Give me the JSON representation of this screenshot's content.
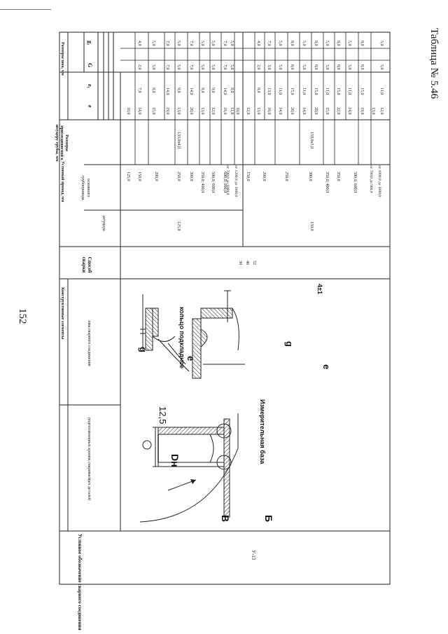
{
  "page": {
    "number": "152",
    "table_title": "Таблица № 5.46"
  },
  "headers": {
    "conditional": "Условное обозначение сварного соединения",
    "structural_elements": "Конструктивные элементы",
    "prepared_edges": "подготовленных кромок свариваемых деталей",
    "weld_seam": "шва сварного соединения",
    "welding_method": "Способ сварки",
    "nominal_bore": "Условный проход, мм",
    "fitting": "штуцера",
    "main_pipeline": "основного трубопровода",
    "pipe_size": "Размеры присоединяемой к штуцеру трубы, мм",
    "seam_size": "Размеры шва, мм",
    "col_e": "e",
    "col_e1": "e₁",
    "col_G": "G",
    "col_g1": "g₁"
  },
  "designation": "У-13",
  "methods": [
    "30",
    "40",
    "52"
  ],
  "drawing_labels": {
    "section_v": "В",
    "section_b": "Б",
    "dn": "Dн",
    "roughness": "12,5",
    "measuring_base": "Измерительная база",
    "ring": "кольцо подкладное",
    "g_top": "g",
    "g_bottom": "g",
    "e_top": "e",
    "e_bottom": "e",
    "tolerance": "4±1"
  },
  "groups": [
    {
      "fitting": "125,0",
      "pipe": "133,0х4,0",
      "rows": [
        {
          "main": "125,0",
          "e": "10,0",
          "e1": "",
          "G": "",
          "g1": ""
        },
        {
          "main": "150,0",
          "e": "14,0",
          "e1": "7,0",
          "G": "2,0",
          "g1": "4,0"
        },
        {
          "main": "200,0",
          "e": "15,0",
          "e1": "9,0",
          "G": "5,0",
          "g1": "5,0"
        },
        {
          "main": "",
          "e": "19,0",
          "e1": "14,0",
          "G": "7,0",
          "g1": "7,0"
        },
        {
          "main": "250,0",
          "e": "13,0",
          "e1": "9,0",
          "G": "5,0",
          "g1": "5,0"
        },
        {
          "main": "300,0",
          "e": "20,0",
          "e1": "14,0",
          "G": "7,0",
          "g1": "7,0"
        },
        {
          "main": "350,0; 400,0",
          "e": "13,0",
          "e1": "9,0",
          "G": "5,0",
          "g1": "5,0"
        },
        {
          "main": "500,0; 600,0",
          "e": "12,0",
          "e1": "9,0",
          "G": "5,0",
          "g1": "5,0"
        },
        {
          "main": "600,0; 900,0",
          "e": "16,0",
          "e1": "14,0",
          "G": "7,0",
          "g1": "7,0"
        },
        {
          "main": "от 700,0 до 1000,0",
          "e": "11,0",
          "e1": "9,0",
          "G": "5,0",
          "g1": "5,0"
        },
        {
          "main": "от 1200,0 до 1600,0",
          "e": "10,0",
          "e1": "",
          "G": "",
          "g1": ""
        }
      ]
    },
    {
      "fitting": "150,0",
      "pipe": "159,0х5,0",
      "rows": [
        {
          "main": "150,0",
          "e": "12,0",
          "e1": "",
          "G": "",
          "g1": ""
        },
        {
          "main": "200,0",
          "e": "13,0",
          "e1": "8,0",
          "G": "2,0",
          "g1": "4,0"
        },
        {
          "main": "",
          "e": "18,0",
          "e1": "13,0",
          "G": "3,0",
          "g1": "7,0"
        },
        {
          "main": "250,0",
          "e": "14,0",
          "e1": "11,0",
          "G": "5,0",
          "g1": "5,0"
        },
        {
          "main": "",
          "e": "20,0",
          "e1": "15,0",
          "G": "8,0",
          "g1": "8,0"
        },
        {
          "main": "300,0",
          "e": "14,0",
          "e1": "11,0",
          "G": "5,0",
          "g1": "5,0"
        },
        {
          "main": "",
          "e": "20,0",
          "e1": "15,0",
          "G": "8,0",
          "g1": "8,0"
        },
        {
          "main": "350,0; 400,0",
          "e": "15,0",
          "e1": "11,0",
          "G": "5,0",
          "g1": "5,0"
        },
        {
          "main": "350,0",
          "e": "22,0",
          "e1": "15,0",
          "G": "8,0",
          "g1": "8,0"
        },
        {
          "main": "500,0; 600,0",
          "e": "14,0",
          "e1": "11,0",
          "G": "5,0",
          "g1": "5,0"
        },
        {
          "main": "",
          "e": "19,0",
          "e1": "15,0",
          "G": "8,0",
          "g1": "8,0"
        },
        {
          "main": "от 700,0 до 900,0",
          "e": "13,0",
          "e1": "",
          "G": "",
          "g1": ""
        },
        {
          "main": "от 1000,0 до 1600,0",
          "e": "12,0",
          "e1": "11,0",
          "G": "5,0",
          "g1": "5,0"
        }
      ]
    }
  ]
}
